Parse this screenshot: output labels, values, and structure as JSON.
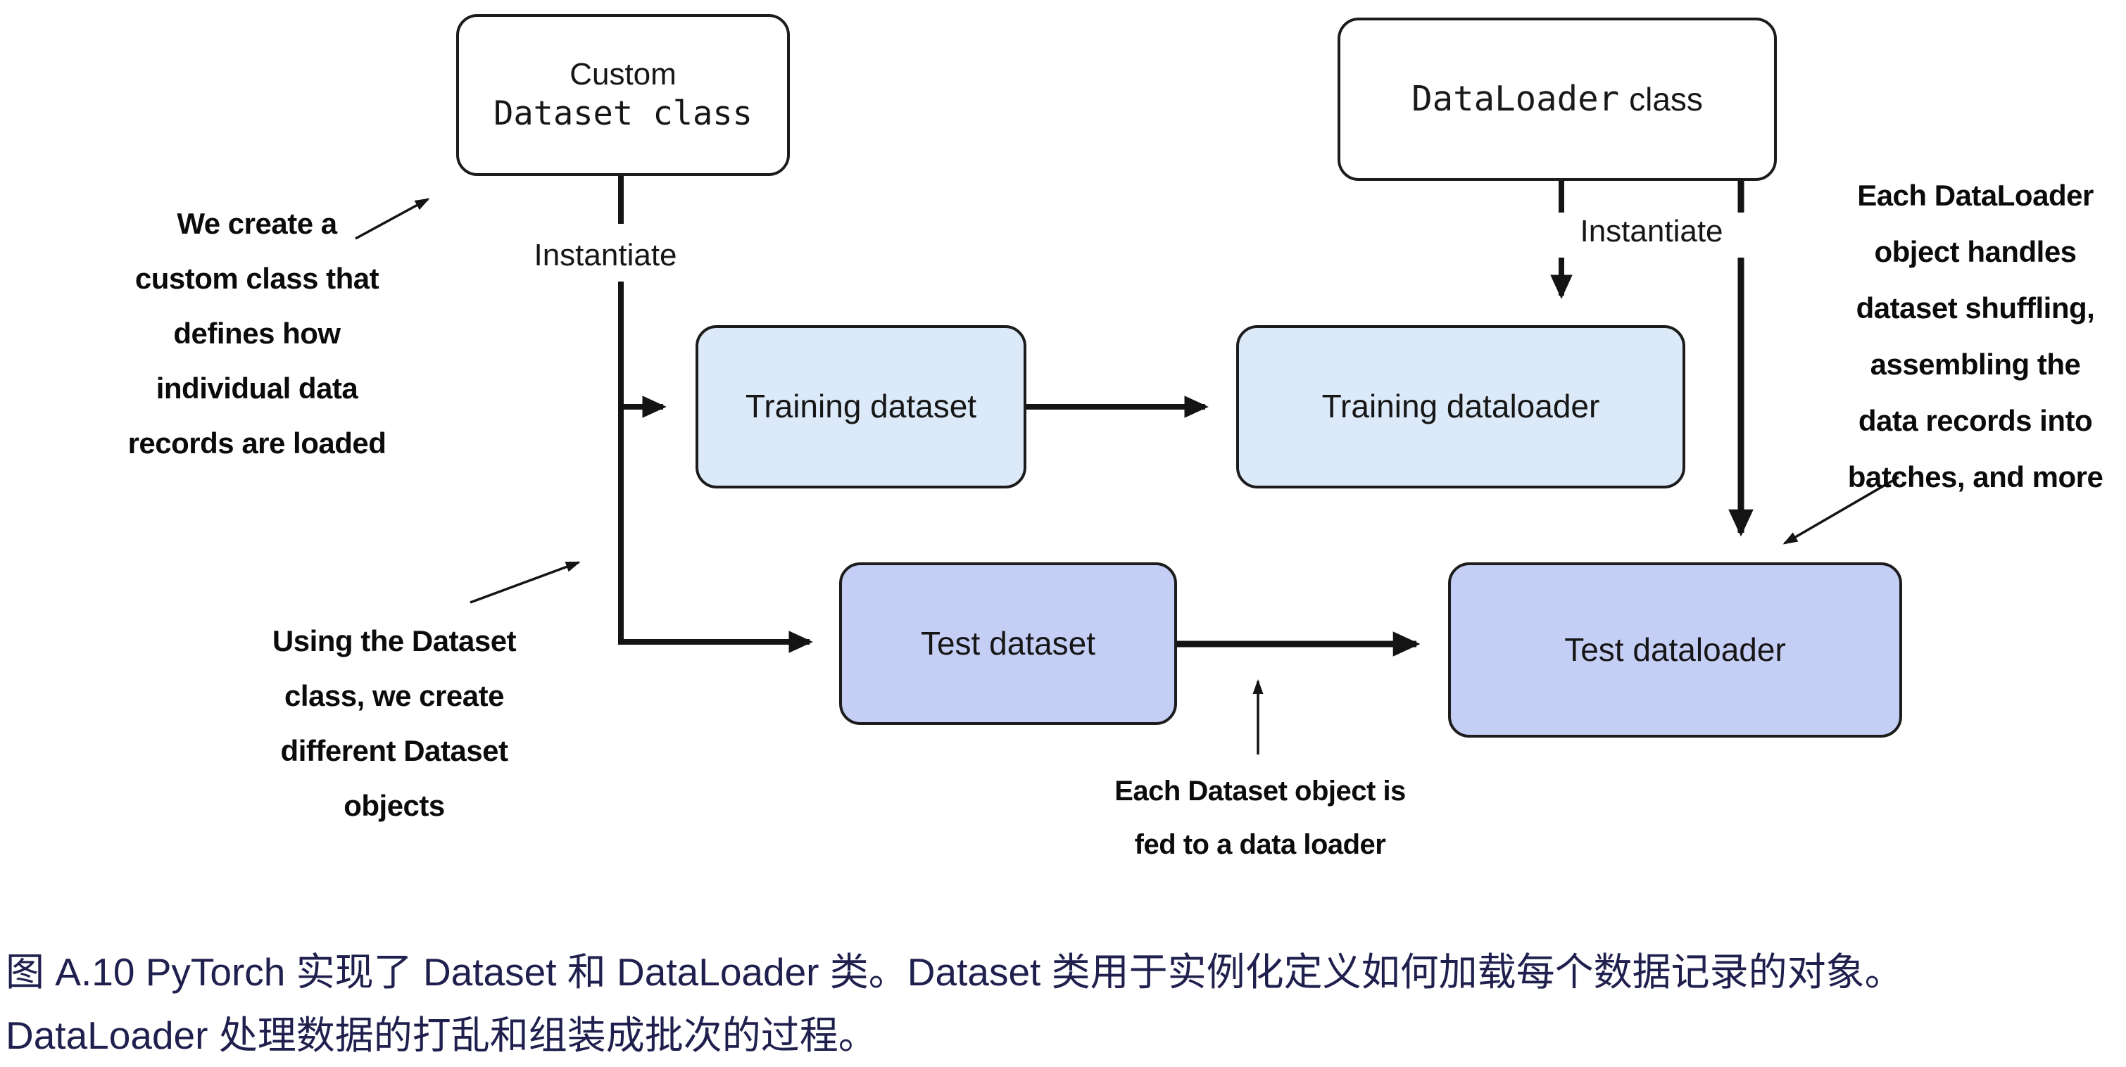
{
  "figure": {
    "boxes": {
      "custom_dataset_class": {
        "line1": "Custom",
        "line2": "Dataset class"
      },
      "dataloader_class": {
        "code": "DataLoader",
        "suffix": "class"
      },
      "training_dataset": {
        "label": "Training dataset"
      },
      "training_dataloader": {
        "label": "Training dataloader"
      },
      "test_dataset": {
        "label": "Test dataset"
      },
      "test_dataloader": {
        "label": "Test dataloader"
      }
    },
    "edge_labels": {
      "instantiate_left": "Instantiate",
      "instantiate_right": "Instantiate"
    },
    "annotations": {
      "left_top": {
        "lines": [
          "We create a",
          "custom class that",
          "defines how",
          "individual data",
          "records are loaded"
        ]
      },
      "left_bottom": {
        "lines": [
          "Using the Dataset",
          "class, we create",
          "different Dataset",
          "objects"
        ]
      },
      "right": {
        "lines": [
          "Each DataLoader",
          "object handles",
          "dataset shuffling,",
          "assembling the",
          "data records into",
          "batches, and more"
        ]
      },
      "bottom": {
        "lines": [
          "Each Dataset object is",
          "fed to a data loader"
        ]
      }
    },
    "colors": {
      "training_fill": "#dce9f8",
      "test_fill": "#c5cff5",
      "line": "#141414",
      "caption_text": "#20204f"
    }
  },
  "caption": {
    "line1": "图 A.10 PyTorch 实现了 Dataset 和 DataLoader 类。Dataset 类用于实例化定义如何加载每个数据记录的对象。",
    "line2": "DataLoader 处理数据的打乱和组装成批次的过程。"
  }
}
